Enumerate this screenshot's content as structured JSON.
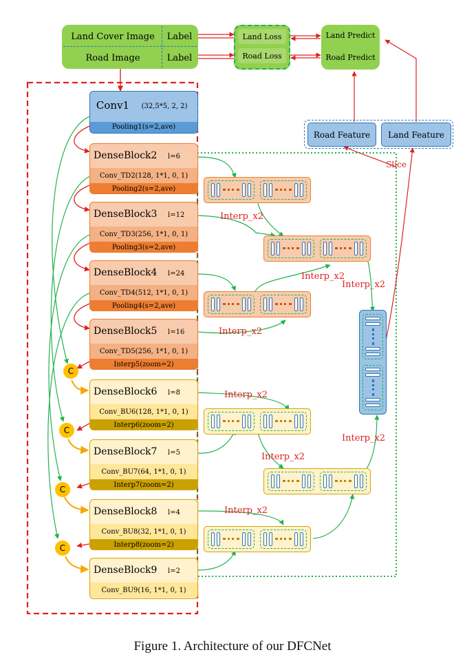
{
  "inputs": {
    "land_cover_image": "Land Cover Image",
    "road_image": "Road Image",
    "label_top": "Label",
    "label_bottom": "Label"
  },
  "losses": {
    "land_loss": "Land Loss",
    "road_loss": "Road Loss"
  },
  "predicts": {
    "land_predict": "Land Predict",
    "road_predict": "Road Predict"
  },
  "features": {
    "road_feature": "Road Feature",
    "land_feature": "Land Feature"
  },
  "slice_label": "Slice",
  "interp_label": "Interp_x2",
  "concat_symbol": "C",
  "conv1": {
    "title": "Conv1",
    "params": "(32,5*5, 2, 2)",
    "sub": "Pooling1(s=2,ave)"
  },
  "blocks": [
    {
      "name": "DenseBlock2",
      "l": "l=6",
      "conv": "Conv_TD2(128, 1*1, 0, 1)",
      "sub": "Pooling2(s=2,ave)"
    },
    {
      "name": "DenseBlock3",
      "l": "l=12",
      "conv": "Conv_TD3(256, 1*1, 0, 1)",
      "sub": "Pooling3(s=2,ave)"
    },
    {
      "name": "DenseBlock4",
      "l": "l=24",
      "conv": "Conv_TD4(512, 1*1, 0, 1)",
      "sub": "Pooling4(s=2,ave)"
    },
    {
      "name": "DenseBlock5",
      "l": "l=16",
      "conv": "Conv_TD5(256, 1*1, 0, 1)",
      "sub": "Interp5(zoom=2)"
    },
    {
      "name": "DenseBlock6",
      "l": "l=8",
      "conv": "Conv_BU6(128, 1*1, 0, 1)",
      "sub": "Interp6(zoom=2)"
    },
    {
      "name": "DenseBlock7",
      "l": "l=5",
      "conv": "Conv_BU7(64, 1*1, 0, 1)",
      "sub": "Interp7(zoom=2)"
    },
    {
      "name": "DenseBlock8",
      "l": "l=4",
      "conv": "Conv_BU8(32, 1*1, 0, 1)",
      "sub": "Interp8(zoom=2)"
    },
    {
      "name": "DenseBlock9",
      "l": "l=2",
      "conv": "Conv_BU9(16, 1*1, 0, 1)",
      "sub": ""
    }
  ],
  "caption": "Figure 1. Architecture of our DFCNet",
  "colors": {
    "green": "#92d050",
    "blue": "#9dc3e6",
    "orange_light": "#f8cbad",
    "orange_dark": "#ed7d31",
    "yellow_light": "#fff2cc",
    "yellow_dark": "#ffc000",
    "red_arrow": "#e02020",
    "green_arrow": "#22b24c"
  }
}
